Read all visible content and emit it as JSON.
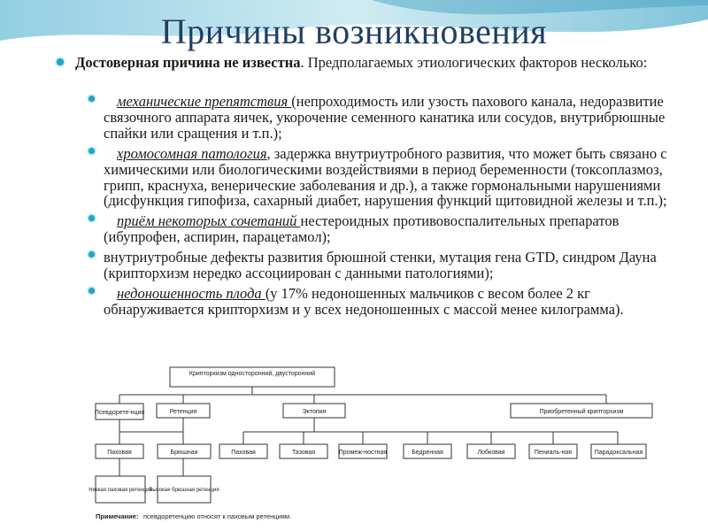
{
  "slide": {
    "title": "Причины возникновения",
    "lead_bold": "Достоверная причина не известна",
    "lead_rest": ". Предполагаемых этиологических факторов несколько:",
    "items": [
      {
        "em": "механические препятствия ",
        "text": "(непроходимость или узость пахового канала, недоразвитие связочного аппарата яичек, укорочение семенного канатика или сосудов, внутрибрюшные спайки или сращения и т.п.);"
      },
      {
        "em": "хромосомная патология",
        "text": ", задержка внутриутробного развития, что может быть связано с химическими или биологическими воздействиями в период беременности (токсоплазмоз, грипп, краснуха, венерические заболевания и др.), а также гормональными нарушениями (дисфункция гипофиза, сахарный диабет, нарушения функций щитовидной железы и т.п.);"
      },
      {
        "em": "приём некоторых сочетаний ",
        "text": "нестероидных противовоспалительных препаратов (ибупрофен, аспирин, парацетамол);"
      },
      {
        "em": "",
        "text": "внутриутробные дефекты развития брюшной стенки, мутация гена GTD, синдром Дауна (крипторхизм нередко ассоциирован с данными патологиями);"
      },
      {
        "em": "недоношенность плода ",
        "text": "(у 17% недоношенных мальчиков с весом более 2 кг обнаруживается крипторхизм и у всех недоношенных с массой менее килограмма)."
      }
    ]
  },
  "diagram": {
    "root": "Крипторхизм односторонний, двусторонний",
    "pseudo": "Псевдорете-нция",
    "retention": "Ретенция",
    "ectopia": "Эктопия",
    "acquired": "Приобретенный крипторхизм",
    "ret_inguinal": "Паховая",
    "ret_abdominal": "Брюшная",
    "ecto_items": [
      "Паховая",
      "Тазовая",
      "Промеж-ностная",
      "Бедренная",
      "Лобковая",
      "Пениаль-ная",
      "Парадоксальная"
    ],
    "leaf_low": "Низкая паховая ретенция",
    "leaf_high": "Высокая брюшная ретенция",
    "note_label": "Примечание:",
    "note_text": "псевдоретенцию относят к паховым ретенциям."
  }
}
